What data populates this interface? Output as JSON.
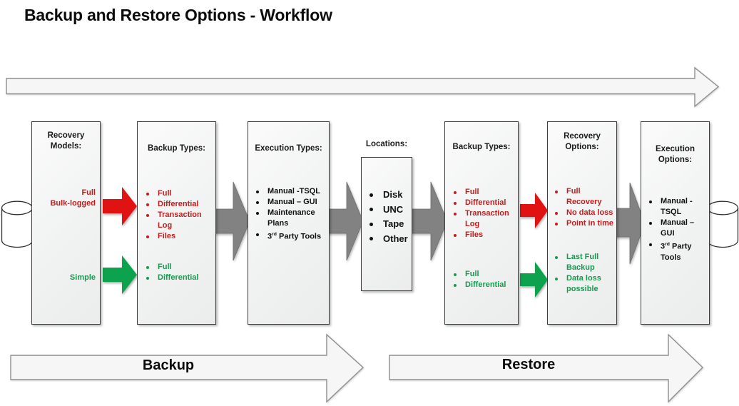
{
  "title": "Backup and Restore Options - Workflow",
  "colors": {
    "red_text": "#C21C1C",
    "green_text": "#179A4F",
    "red_arrow": "#E01212",
    "green_arrow": "#0DA24D",
    "gray_arrow": "#828282"
  },
  "phases": {
    "backup_label": "Backup",
    "restore_label": "Restore"
  },
  "icons": {
    "left_database": "database-cylinder",
    "right_database": "database-cylinder",
    "flow_arrows": "right-block-arrow"
  },
  "boxes": {
    "recovery_models": {
      "title": "Recovery Models:",
      "full_items": [
        "Full",
        "Bulk-logged"
      ],
      "simple_items": [
        "Simple"
      ]
    },
    "backup_types_1": {
      "title": "Backup Types:",
      "full_items": [
        "Full",
        "Differential",
        "Transaction Log",
        "Files"
      ],
      "simple_items": [
        "Full",
        "Differential"
      ]
    },
    "execution_types": {
      "title": "Execution Types:",
      "items": [
        "Manual -TSQL",
        "Manual – GUI",
        "Maintenance Plans",
        "3rd Party Tools"
      ]
    },
    "locations": {
      "title": "Locations:",
      "items": [
        "Disk",
        "UNC",
        "Tape",
        "Other"
      ]
    },
    "backup_types_2": {
      "title": "Backup Types:",
      "full_items": [
        "Full",
        "Differential",
        "Transaction Log",
        "Files"
      ],
      "simple_items": [
        "Full",
        "Differential"
      ]
    },
    "recovery_options": {
      "title": "Recovery Options:",
      "full_items": [
        "Full Recovery",
        "No data loss",
        "Point in time"
      ],
      "simple_items": [
        "Last Full Backup",
        "Data loss possible"
      ]
    },
    "execution_options": {
      "title": "Execution Options:",
      "items": [
        "Manual - TSQL",
        "Manual – GUI",
        "3rd Party Tools"
      ]
    }
  }
}
